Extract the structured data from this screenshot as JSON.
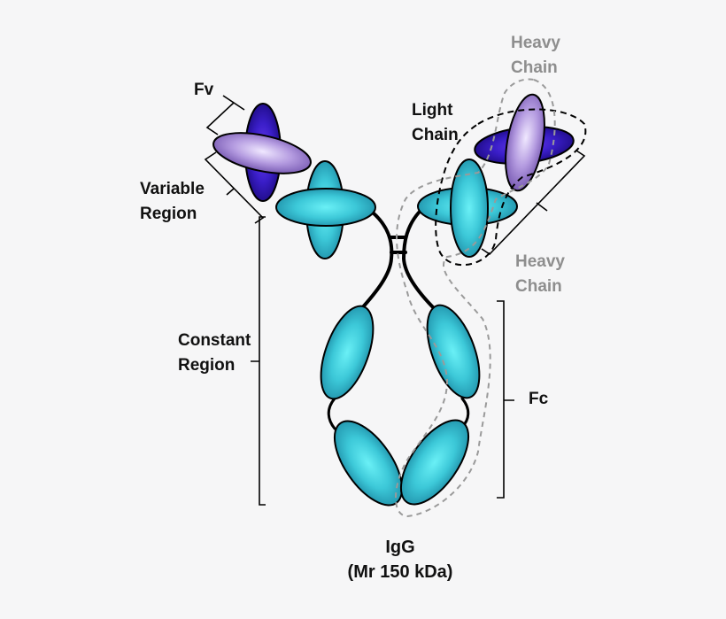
{
  "labels": {
    "fv": "Fv",
    "variable_region": [
      "Variable",
      "Region"
    ],
    "constant_region": [
      "Constant",
      "Region"
    ],
    "light_chain": [
      "Light",
      "Chain"
    ],
    "heavy_chain_top": [
      "Heavy",
      "Chain"
    ],
    "heavy_chain_bottom": [
      "Heavy",
      "Chain"
    ],
    "fc": "Fc",
    "caption": [
      "IgG",
      "(Mr 150 kDa)"
    ]
  },
  "colors": {
    "background": "#f6f6f7",
    "constant_domain": "#3cc8d8",
    "variable_domain_dark": "#3a1ec8",
    "variable_domain_light": "#b49be0",
    "label_dark": "#111111",
    "label_gray": "#8e8e8e",
    "chain_outline": "#000000",
    "heavy_chain_outline": "#9a9a9a"
  }
}
